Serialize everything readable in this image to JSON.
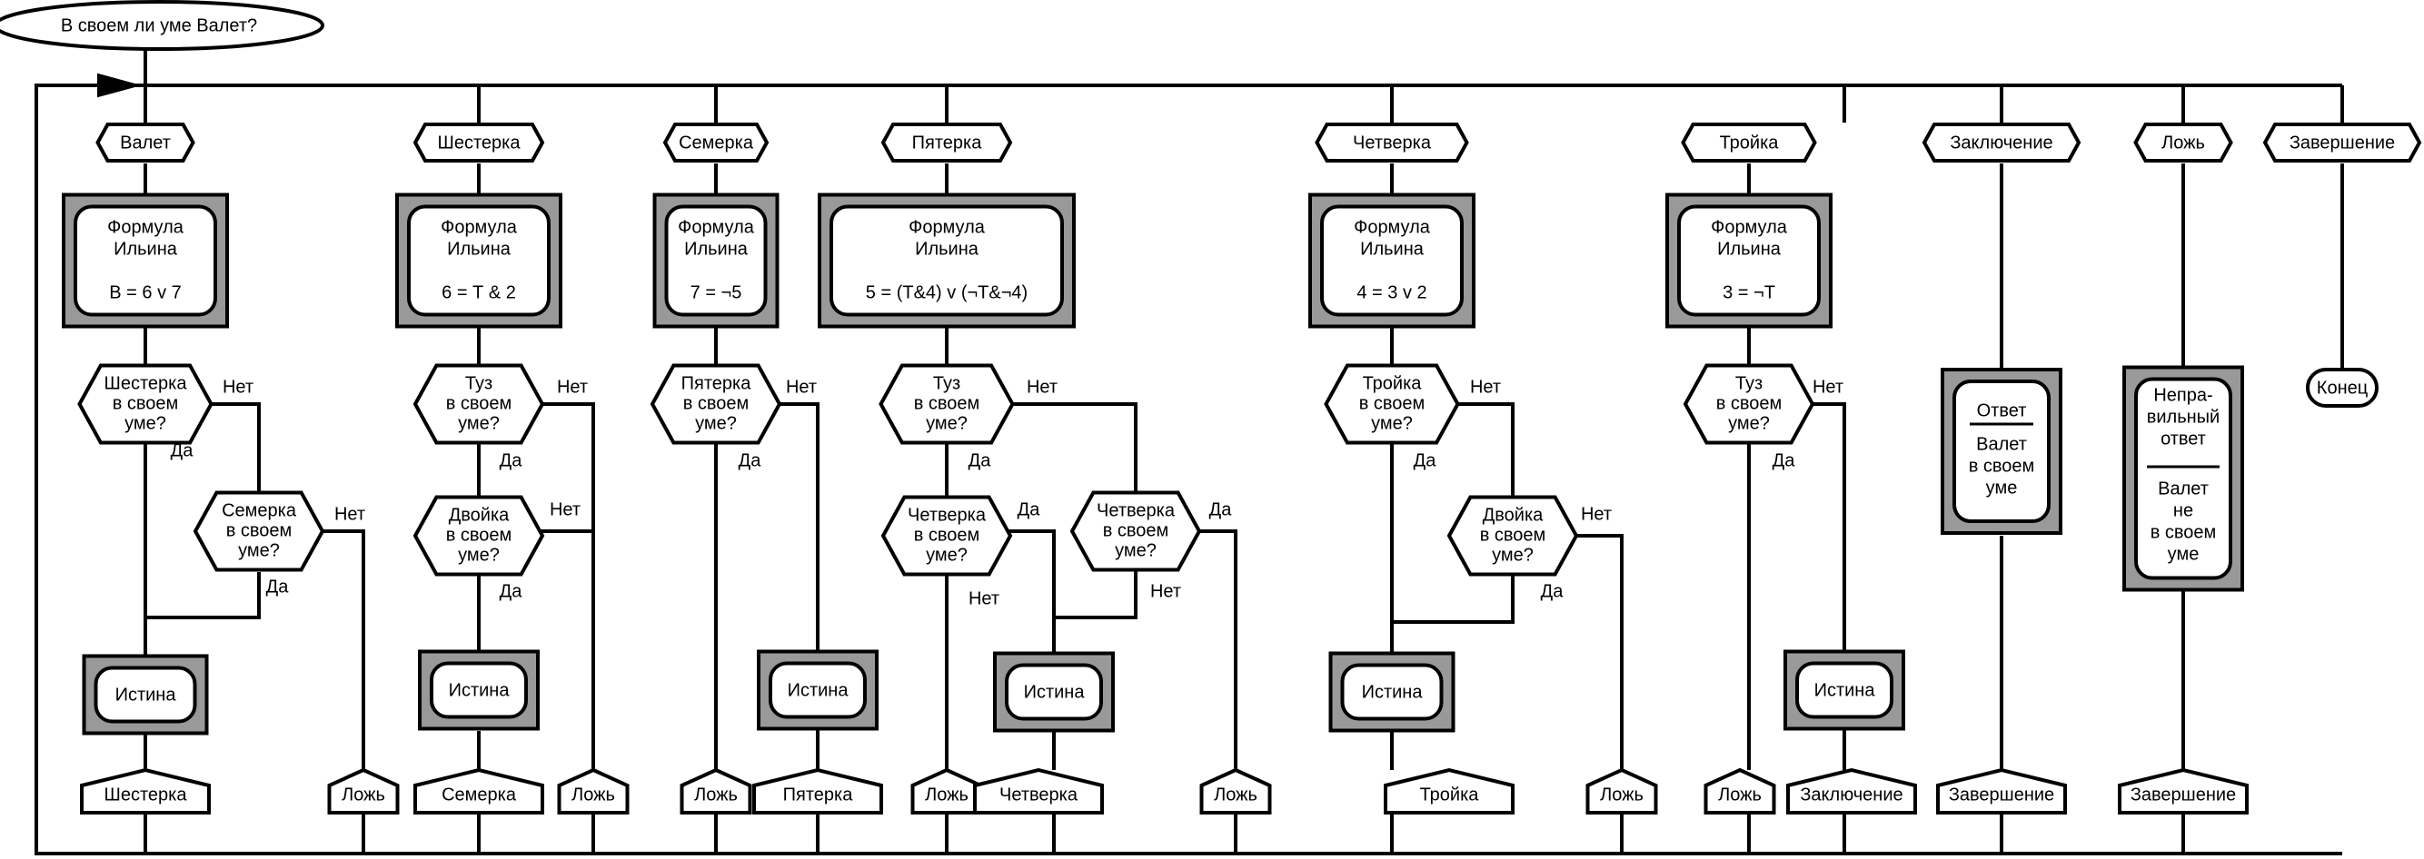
{
  "title": "В своем ли уме Валет?",
  "columns": [
    {
      "id": "valet",
      "label": "Валет"
    },
    {
      "id": "six",
      "label": "Шестерка"
    },
    {
      "id": "seven",
      "label": "Семерка"
    },
    {
      "id": "five",
      "label": "Пятерка"
    },
    {
      "id": "four",
      "label": "Четверка"
    },
    {
      "id": "three",
      "label": "Тройка"
    },
    {
      "id": "conclusion",
      "label": "Заключение"
    },
    {
      "id": "false",
      "label": "Ложь"
    },
    {
      "id": "finish",
      "label": "Завершение"
    }
  ],
  "formulas": [
    {
      "column": "valet",
      "lines": [
        "Формула",
        "Ильина",
        "",
        "В = 6 v 7"
      ]
    },
    {
      "column": "six",
      "lines": [
        "Формула",
        "Ильина",
        "",
        "6 = Т & 2"
      ]
    },
    {
      "column": "seven",
      "lines": [
        "Формула",
        "Ильина",
        "",
        "7 = ¬5"
      ]
    },
    {
      "column": "five",
      "lines": [
        "Формула",
        "Ильина",
        "",
        "5 = (Т&4) v (¬Т&¬4)"
      ]
    },
    {
      "column": "four",
      "lines": [
        "Формула",
        "Ильина",
        "",
        "4 = 3 v 2"
      ]
    },
    {
      "column": "three",
      "lines": [
        "Формула",
        "Ильина",
        "",
        "3 = ¬Т"
      ]
    }
  ],
  "questions": [
    {
      "id": "q1",
      "lines": [
        "Шестерка",
        "в своем",
        "уме?"
      ]
    },
    {
      "id": "q2",
      "lines": [
        "Семерка",
        "в своем",
        "уме?"
      ]
    },
    {
      "id": "q3",
      "lines": [
        "Туз",
        "в своем",
        "уме?"
      ]
    },
    {
      "id": "q4",
      "lines": [
        "Двойка",
        "в своем",
        "уме?"
      ]
    },
    {
      "id": "q5",
      "lines": [
        "Пятерка",
        "в своем",
        "уме?"
      ]
    },
    {
      "id": "q6",
      "lines": [
        "Туз",
        "в своем",
        "уме?"
      ]
    },
    {
      "id": "q7",
      "lines": [
        "Четверка",
        "в своем",
        "уме?"
      ]
    },
    {
      "id": "q8",
      "lines": [
        "Четверка",
        "в своем",
        "уме?"
      ]
    },
    {
      "id": "q9",
      "lines": [
        "Тройка",
        "в своем",
        "уме?"
      ]
    },
    {
      "id": "q10",
      "lines": [
        "Двойка",
        "в своем",
        "уме?"
      ]
    },
    {
      "id": "q11",
      "lines": [
        "Туз",
        "в своем",
        "уме?"
      ]
    }
  ],
  "branch_labels": {
    "yes": "Да",
    "no": "Нет"
  },
  "truth_label": "Истина",
  "outputs": [
    "Шестерка",
    "Ложь",
    "Семерка",
    "Ложь",
    "Ложь",
    "Пятерка",
    "Ложь",
    "Четверка",
    "Ложь",
    "Тройка",
    "Ложь",
    "Ложь",
    "Заключение",
    "Завершение",
    "Завершение"
  ],
  "answer_box": {
    "heading": "Ответ",
    "lines": [
      "Валет",
      "в своем",
      "уме"
    ]
  },
  "wrong_box": {
    "heading": [
      "Непра-",
      "вильный",
      "ответ"
    ],
    "lines": [
      "Валет",
      "не",
      "в своем",
      "уме"
    ]
  },
  "end_label": "Конец",
  "colors": {
    "line": "#000000",
    "frame": "#999999",
    "fill": "#ffffff"
  }
}
